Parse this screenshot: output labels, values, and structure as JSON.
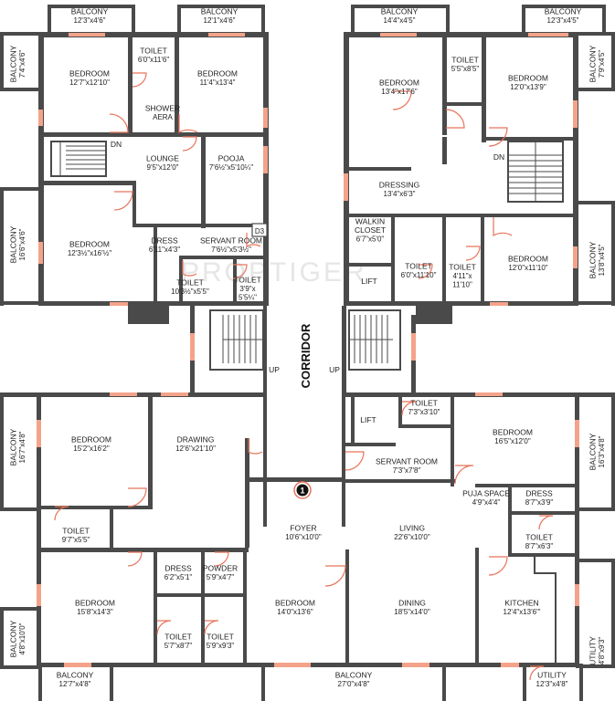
{
  "watermark": "PROPTIGER",
  "corridor_label": "CORRIDOR",
  "marker_number": "1",
  "rooms": [
    {
      "id": "balc-tl1",
      "name": "BALCONY",
      "dim": "12'3\"x4'6\""
    },
    {
      "id": "balc-tl2",
      "name": "BALCONY",
      "dim": "12'1\"x4'6\""
    },
    {
      "id": "balc-tr1",
      "name": "BALCONY",
      "dim": "14'4\"x4'5\""
    },
    {
      "id": "balc-tr2",
      "name": "BALCONY",
      "dim": "12'3\"x4'5\""
    },
    {
      "id": "balc-left1",
      "name": "BALCONY",
      "dim": "7'4\"x4'6\""
    },
    {
      "id": "balc-right1",
      "name": "BALCONY",
      "dim": "7'9\"x4'5\""
    },
    {
      "id": "bed-tl",
      "name": "BEDROOM",
      "dim": "12'7\"x12'10\""
    },
    {
      "id": "toilet-tl",
      "name": "TOILET",
      "dim": "6'0\"x11'6\""
    },
    {
      "id": "shower",
      "name": "SHOWER",
      "dim": "AERA"
    },
    {
      "id": "bed-tc",
      "name": "BEDROOM",
      "dim": "11'4\"x13'4\""
    },
    {
      "id": "bed-tr",
      "name": "BEDROOM",
      "dim": "13'4\"x17'6\""
    },
    {
      "id": "toilet-tr",
      "name": "TOILET",
      "dim": "5'5\"x8'5\""
    },
    {
      "id": "bed-tr2",
      "name": "BEDROOM",
      "dim": "12'0\"x13'9\""
    },
    {
      "id": "lounge",
      "name": "LOUNGE",
      "dim": "9'5\"x12'0\""
    },
    {
      "id": "pooja",
      "name": "POOJA",
      "dim": "7'6½\"x5'10¼\""
    },
    {
      "id": "dressing",
      "name": "DRESSING",
      "dim": "13'4\"x6'3\""
    },
    {
      "id": "balc-left2",
      "name": "BALCONY",
      "dim": "16'6\"x4'6\""
    },
    {
      "id": "bed-ml",
      "name": "BEDROOM",
      "dim": "12'3½\"x16'½\""
    },
    {
      "id": "dress-ml",
      "name": "DRESS",
      "dim": "6'11\"x4'3\""
    },
    {
      "id": "servant-ml",
      "name": "SERVANT ROOM",
      "dim": "7'6½\"x5'3½\""
    },
    {
      "id": "toilet-ml",
      "name": "TOILET",
      "dim": "10'3½\"x5'5\""
    },
    {
      "id": "toilet-ml2",
      "name": "TOILET",
      "dim": "3'9\"x\n5'5¼\""
    },
    {
      "id": "walkin",
      "name": "WALKIN\nCLOSET",
      "dim": "6'7\"x5'0\""
    },
    {
      "id": "toilet-mr1",
      "name": "TOILET",
      "dim": "6'0\"x11'10\""
    },
    {
      "id": "toilet-mr2",
      "name": "TOILET",
      "dim": "4'11\"x\n11'10\""
    },
    {
      "id": "bed-mr",
      "name": "BEDROOM",
      "dim": "12'0\"x11'10\""
    },
    {
      "id": "balc-right2",
      "name": "BALCONY",
      "dim": "13'8\"x4'5\""
    },
    {
      "id": "lift-top",
      "name": "LIFT",
      "dim": ""
    },
    {
      "id": "lift-bottom",
      "name": "LIFT",
      "dim": ""
    },
    {
      "id": "balc-left3",
      "name": "BALCONY",
      "dim": "16'7\"x4'8\""
    },
    {
      "id": "bed-bl",
      "name": "BEDROOM",
      "dim": "15'2\"x16'2\""
    },
    {
      "id": "drawing",
      "name": "DRAWING",
      "dim": "12'6\"x21'10\""
    },
    {
      "id": "toilet-br1",
      "name": "TOILET",
      "dim": "7'3\"x3'10\""
    },
    {
      "id": "bed-br",
      "name": "BEDROOM",
      "dim": "16'5\"x12'0\""
    },
    {
      "id": "balc-right3",
      "name": "BALCONY",
      "dim": "16'3\"x4'8\""
    },
    {
      "id": "servant-br",
      "name": "SERVANT ROOM",
      "dim": "7'3\"x7'8\""
    },
    {
      "id": "puja-space",
      "name": "PUJA SPACE",
      "dim": "4'9\"x4'4\""
    },
    {
      "id": "dress-br",
      "name": "DRESS",
      "dim": "8'7\"x3'9\""
    },
    {
      "id": "toilet-bl",
      "name": "TOILET",
      "dim": "9'7\"x5'5\""
    },
    {
      "id": "foyer",
      "name": "FOYER",
      "dim": "10'6\"x10'0\""
    },
    {
      "id": "living",
      "name": "LIVING",
      "dim": "22'6\"x10'0\""
    },
    {
      "id": "toilet-br2",
      "name": "TOILET",
      "dim": "8'7\"x6'3\""
    },
    {
      "id": "dress-bl",
      "name": "DRESS",
      "dim": "6'2\"x5'1\""
    },
    {
      "id": "powder",
      "name": "POWDER",
      "dim": "5'9\"x4'7\""
    },
    {
      "id": "bed-bl2",
      "name": "BEDROOM",
      "dim": "15'8\"x14'3\""
    },
    {
      "id": "bed-bc",
      "name": "BEDROOM",
      "dim": "14'0\"x13'6\""
    },
    {
      "id": "dining",
      "name": "DINING",
      "dim": "18'5\"x14'0\""
    },
    {
      "id": "kitchen",
      "name": "KITCHEN",
      "dim": "12'4\"x13'6\"'"
    },
    {
      "id": "toilet-b1",
      "name": "TOILET",
      "dim": "5'7\"x8'7\""
    },
    {
      "id": "toilet-b2",
      "name": "TOILET",
      "dim": "5'9\"x9'3\""
    },
    {
      "id": "balc-left4",
      "name": "BALCONY",
      "dim": "4'8\"x10'0\""
    },
    {
      "id": "utility-r",
      "name": "UTILITY",
      "dim": "4'8\"x9'3\""
    },
    {
      "id": "balc-bl",
      "name": "BALCONY",
      "dim": "12'7\"x4'8\""
    },
    {
      "id": "balc-bc",
      "name": "BALCONY",
      "dim": "27'0\"x4'8\""
    },
    {
      "id": "utility-b",
      "name": "UTILITY",
      "dim": "12'3\"x4'8\""
    }
  ],
  "markers": {
    "dn": "DN",
    "up": "UP",
    "d3": "D3"
  }
}
